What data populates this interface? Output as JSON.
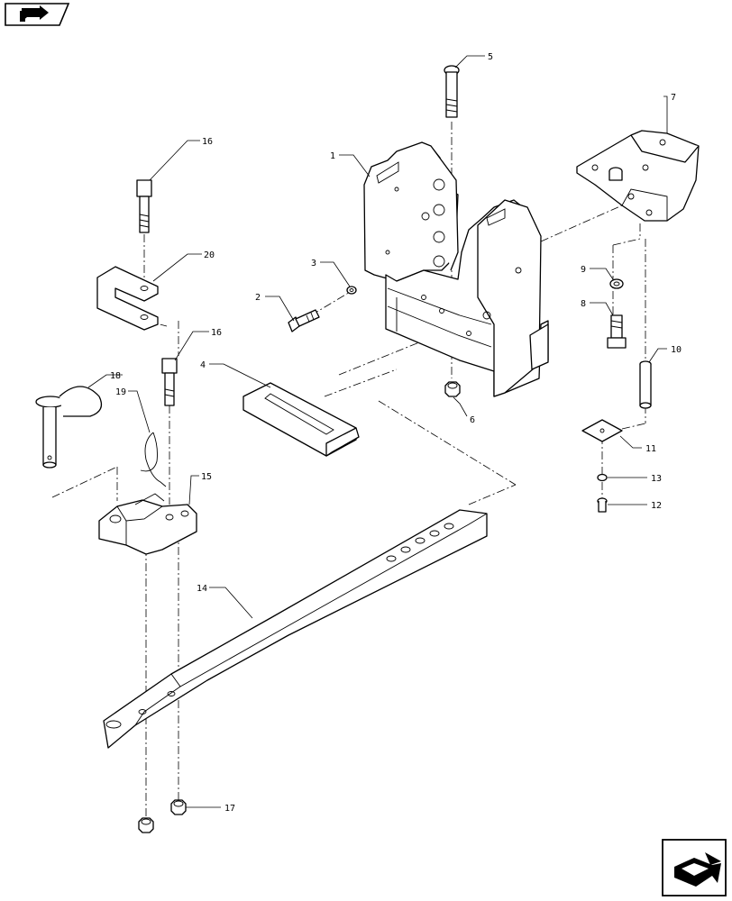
{
  "nav": {
    "top_icon": "back-arrow-icon",
    "bottom_icon": "forward-arrow-icon"
  },
  "callouts": {
    "c1": "1",
    "c2": "2",
    "c3": "3",
    "c4": "4",
    "c5": "5",
    "c6": "6",
    "c7": "7",
    "c8": "8",
    "c9": "9",
    "c10": "10",
    "c11": "11",
    "c12": "12",
    "c13": "13",
    "c14": "14",
    "c15": "15",
    "c16a": "16",
    "c16b": "16",
    "c17": "17",
    "c18": "18",
    "c19": "19",
    "c20": "20"
  }
}
